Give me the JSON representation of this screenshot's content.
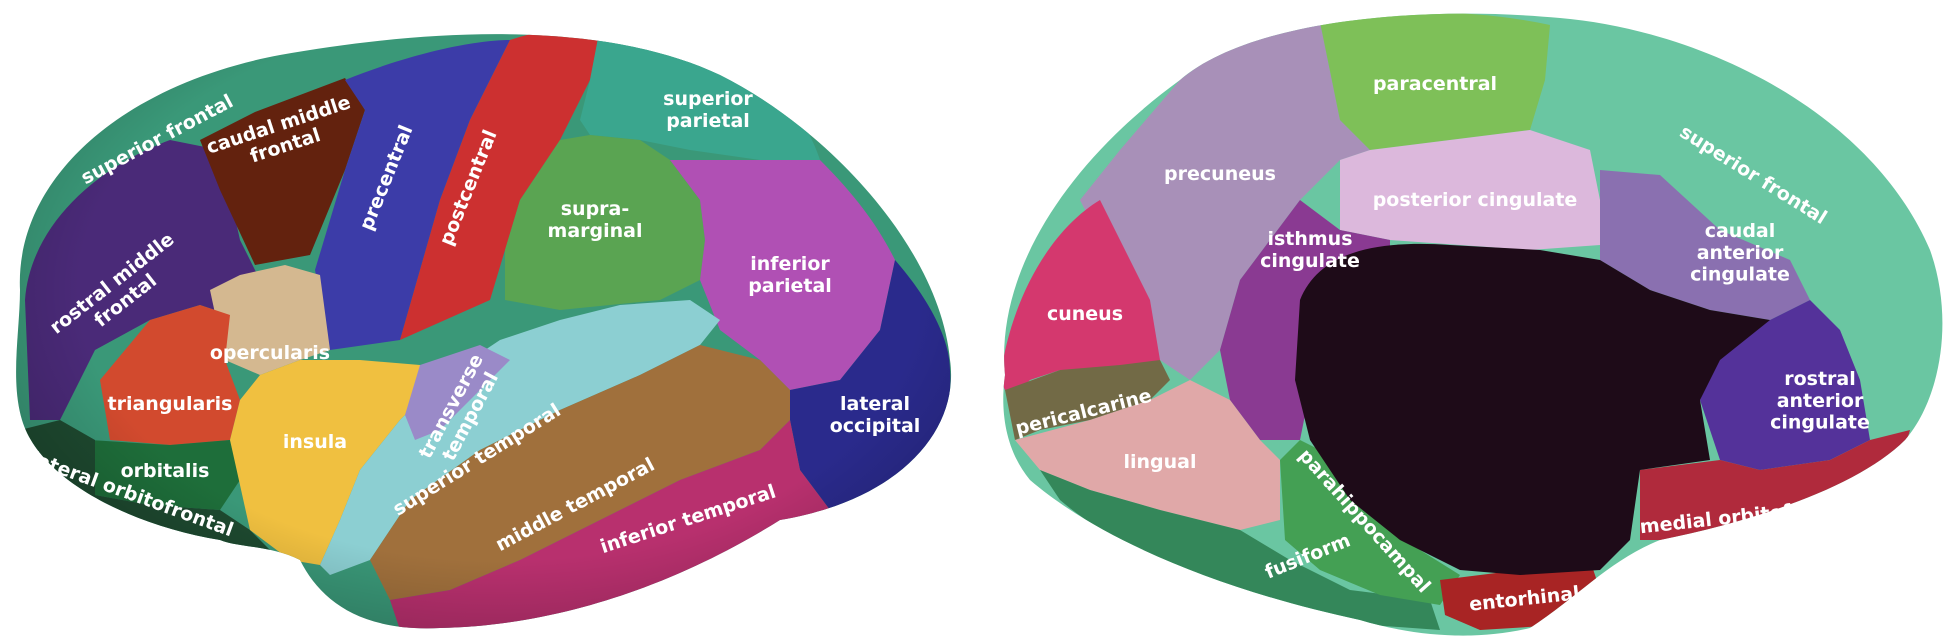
{
  "lateral_view": {
    "regions": [
      {
        "id": "superior-frontal",
        "lines": [
          "superior frontal"
        ],
        "color": "#3a9878"
      },
      {
        "id": "caudal-middle-frontal",
        "lines": [
          "caudal middle",
          "frontal"
        ],
        "color": "#63220e"
      },
      {
        "id": "precentral",
        "lines": [
          "precentral"
        ],
        "color": "#3c3ca8"
      },
      {
        "id": "postcentral",
        "lines": [
          "postcentral"
        ],
        "color": "#cc3030"
      },
      {
        "id": "superior-parietal",
        "lines": [
          "superior",
          "parietal"
        ],
        "color": "#3aa68e"
      },
      {
        "id": "supramarginal",
        "lines": [
          "supra-",
          "marginal"
        ],
        "color": "#5aa452"
      },
      {
        "id": "inferior-parietal",
        "lines": [
          "inferior",
          "parietal"
        ],
        "color": "#b050b4"
      },
      {
        "id": "rostral-middle-frontal",
        "lines": [
          "rostral middle",
          "frontal"
        ],
        "color": "#4a2a78"
      },
      {
        "id": "opercularis",
        "lines": [
          "opercularis"
        ],
        "color": "#d4b890"
      },
      {
        "id": "triangularis",
        "lines": [
          "triangularis"
        ],
        "color": "#d24a2e"
      },
      {
        "id": "orbitalis",
        "lines": [
          "orbitalis"
        ],
        "color": "#1e6e3a"
      },
      {
        "id": "lateral-orbitofrontal",
        "lines": [
          "lateral orbitofrontal"
        ],
        "color": "#1e4a30"
      },
      {
        "id": "insula",
        "lines": [
          "insula"
        ],
        "color": "#f0c040"
      },
      {
        "id": "transverse-temporal",
        "lines": [
          "transverse",
          "temporal"
        ],
        "color": "#9a8ac8"
      },
      {
        "id": "superior-temporal",
        "lines": [
          "superior temporal"
        ],
        "color": "#8ccfd2"
      },
      {
        "id": "middle-temporal",
        "lines": [
          "middle temporal"
        ],
        "color": "#a0703c"
      },
      {
        "id": "inferior-temporal",
        "lines": [
          "inferior temporal"
        ],
        "color": "#b8306e"
      },
      {
        "id": "lateral-occipital",
        "lines": [
          "lateral",
          "occipital"
        ],
        "color": "#2a2a8c"
      }
    ]
  },
  "medial_view": {
    "regions": [
      {
        "id": "paracentral",
        "lines": [
          "paracentral"
        ],
        "color": "#7ec058"
      },
      {
        "id": "precuneus",
        "lines": [
          "precuneus"
        ],
        "color": "#a890b8"
      },
      {
        "id": "superior-frontal-medial",
        "lines": [
          "superior frontal"
        ],
        "color": "#6ac6a2"
      },
      {
        "id": "posterior-cingulate",
        "lines": [
          "posterior cingulate"
        ],
        "color": "#dcb8dc"
      },
      {
        "id": "isthmus-cingulate",
        "lines": [
          "isthmus",
          "cingulate"
        ],
        "color": "#8a3a92"
      },
      {
        "id": "caudal-anterior-cingulate",
        "lines": [
          "caudal",
          "anterior",
          "cingulate"
        ],
        "color": "#8a70b0"
      },
      {
        "id": "cuneus",
        "lines": [
          "cuneus"
        ],
        "color": "#d4386e"
      },
      {
        "id": "pericalcarine",
        "lines": [
          "pericalcarine"
        ],
        "color": "#726a46"
      },
      {
        "id": "rostral-anterior-cingulate",
        "lines": [
          "rostral",
          "anterior",
          "cingulate"
        ],
        "color": "#54329a"
      },
      {
        "id": "lingual",
        "lines": [
          "lingual"
        ],
        "color": "#e0a8a8"
      },
      {
        "id": "parahippocampal",
        "lines": [
          "parahippocampal"
        ],
        "color": "#44a054"
      },
      {
        "id": "medial-orbitofrontal",
        "lines": [
          "medial orbitofrontal"
        ],
        "color": "#b02a3c"
      },
      {
        "id": "fusiform",
        "lines": [
          "fusiform"
        ],
        "color": "#34875a"
      },
      {
        "id": "entorhinal",
        "lines": [
          "entorhinal"
        ],
        "color": "#a82424"
      },
      {
        "id": "medial-wall",
        "lines": [],
        "color": "#1e0b18"
      }
    ]
  }
}
